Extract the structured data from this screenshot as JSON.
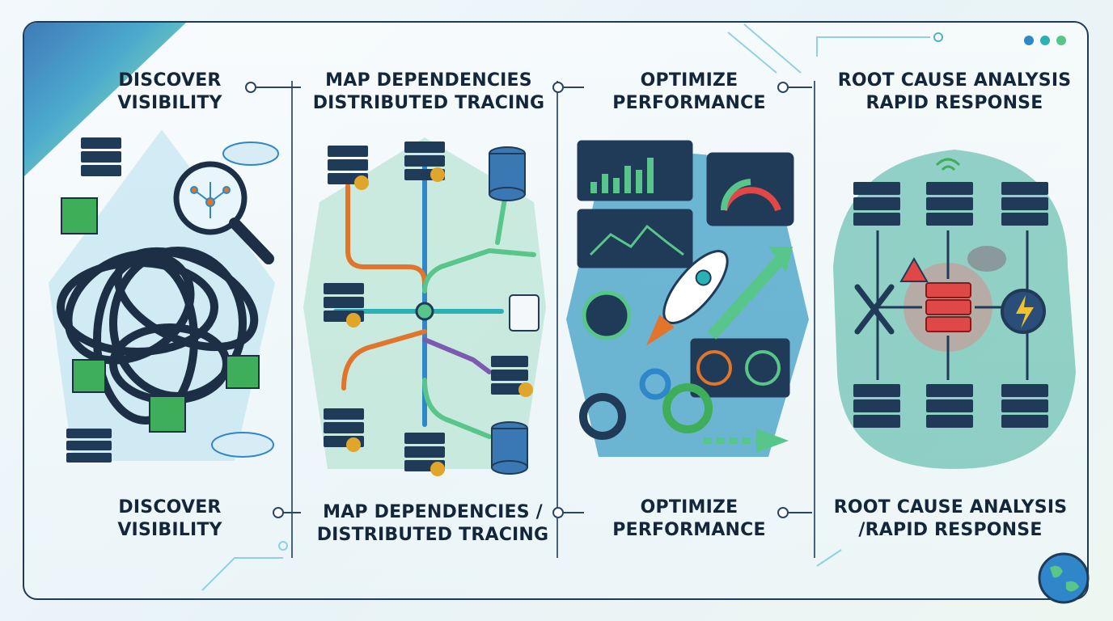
{
  "window": {
    "control_dots": [
      {
        "name": "blue-dot",
        "color": "#2f86c8"
      },
      {
        "name": "teal-dot",
        "color": "#2bb0b6"
      },
      {
        "name": "green-dot",
        "color": "#58c58a"
      }
    ]
  },
  "colors": {
    "navy": "#1f3b57",
    "blue": "#2f86c8",
    "teal": "#2bb0b6",
    "green": "#58c58a",
    "orange": "#e0752b",
    "red": "#e04848"
  },
  "stages": [
    {
      "top_line1": "DISCOVER",
      "top_line2": "VISIBILITY",
      "bottom_line1": "DISCOVER",
      "bottom_line2": "VISIBILITY",
      "icon": "tangled-network-magnifier-icon"
    },
    {
      "top_line1": "MAP DEPENDENCIES",
      "top_line2": "DISTRIBUTED TRACING",
      "bottom_line1": "MAP DEPENDENCIES /",
      "bottom_line2": "DISTRIBUTED TRACING",
      "icon": "service-trace-map-icon"
    },
    {
      "top_line1": "OPTIMIZE",
      "top_line2": "PERFORMANCE",
      "bottom_line1": "OPTIMIZE",
      "bottom_line2": "PERFORMANCE",
      "icon": "rocket-dashboard-icon"
    },
    {
      "top_line1": "ROOT CAUSE ANALYSIS",
      "top_line2": "RAPID RESPONSE",
      "bottom_line1": "ROOT CAUSE ANALYSIS",
      "bottom_line2": "/RAPID RESPONSE",
      "icon": "faulty-server-icon"
    }
  ]
}
